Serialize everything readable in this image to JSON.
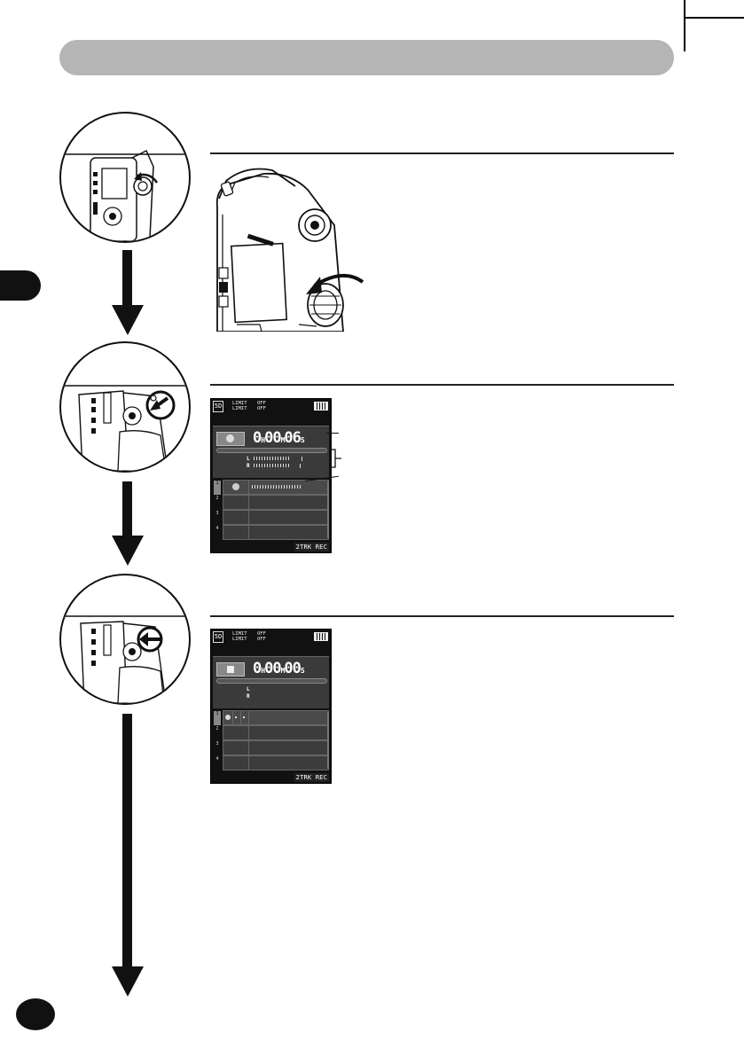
{
  "screen_a": {
    "mode_badge": "5D",
    "limit_1": "LIMIT",
    "limit_2": "LIMIT",
    "off_1": "OFF",
    "off_2": "OFF",
    "counter": {
      "h": "0",
      "h_unit": "H",
      "m": "00",
      "m_unit": "M",
      "s": "06",
      "s_unit": "S"
    },
    "ch_left": "L",
    "ch_right": "R",
    "tracks": [
      "1",
      "2",
      "3",
      "4"
    ],
    "mode_label": "2TRK REC",
    "state": "recording"
  },
  "screen_b": {
    "mode_badge": "5D",
    "limit_1": "LIMIT",
    "limit_2": "LIMIT",
    "off_1": "OFF",
    "off_2": "OFF",
    "counter": {
      "h": "0",
      "h_unit": "H",
      "m": "00",
      "m_unit": "M",
      "s": "00",
      "s_unit": "S"
    },
    "ch_left": "L",
    "ch_right": "R",
    "tracks": [
      "1",
      "2",
      "3",
      "4"
    ],
    "mode_label": "2TRK REC",
    "state": "stopped"
  },
  "icons": {
    "step1": "dial-rotate-icon",
    "step2": "press-record-icon",
    "step3": "press-stop-icon",
    "flow": "arrow-down-icon"
  },
  "colors": {
    "title_bar": "#b5b5b5",
    "ink": "#111111",
    "lcd_bg": "#111111",
    "lcd_panel": "#3a3a3a"
  }
}
